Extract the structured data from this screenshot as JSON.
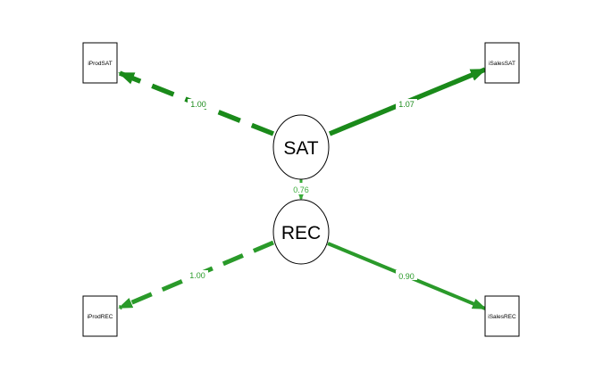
{
  "colors": {
    "path_strong": "#1a8a1a",
    "path_medium": "#2a9a2a",
    "path_light": "#3aac3a",
    "label_bg": "#ffffff"
  },
  "nodes": {
    "latent": [
      {
        "id": "SAT",
        "label": "SAT"
      },
      {
        "id": "REC",
        "label": "REC"
      }
    ],
    "observed": [
      {
        "id": "iProdSAT",
        "label": "iProdSAT"
      },
      {
        "id": "iSalesSAT",
        "label": "iSalesSAT"
      },
      {
        "id": "iProdREC",
        "label": "iProdREC"
      },
      {
        "id": "iSalesREC",
        "label": "iSalesREC"
      }
    ]
  },
  "paths": [
    {
      "id": "SAT-iProdSAT",
      "from": "SAT",
      "to": "iProdSAT",
      "estimate": "1.00",
      "fixed": true
    },
    {
      "id": "SAT-iSalesSAT",
      "from": "SAT",
      "to": "iSalesSAT",
      "estimate": "1.07",
      "fixed": false
    },
    {
      "id": "SAT-REC",
      "from": "SAT",
      "to": "REC",
      "estimate": "0.76",
      "fixed": false
    },
    {
      "id": "REC-iProdREC",
      "from": "REC",
      "to": "iProdREC",
      "estimate": "1.00",
      "fixed": true
    },
    {
      "id": "REC-iSalesREC",
      "from": "REC",
      "to": "iSalesREC",
      "estimate": "0.90",
      "fixed": false
    }
  ]
}
